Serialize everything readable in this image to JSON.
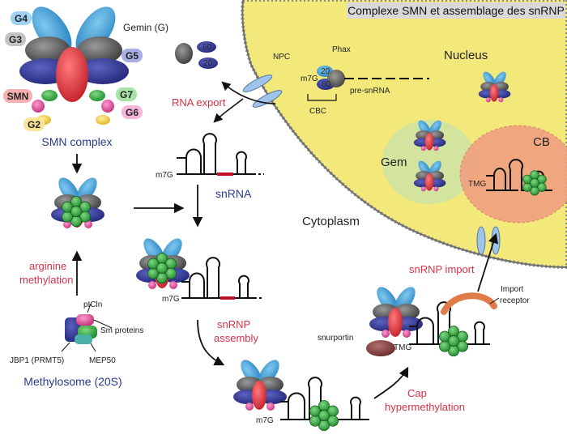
{
  "title": "Complexe SMN et assemblage des snRNP",
  "labels": {
    "g4": "G4",
    "g3": "G3",
    "g5": "G5",
    "gemin": "Gemin (G)",
    "smn": "SMN",
    "g7": "G7",
    "g6": "G6",
    "g2": "G2",
    "smn_complex": "SMN complex",
    "arginine": "arginine",
    "methylation": "methylation",
    "picln": "pICln",
    "sm_proteins": "Sm proteins",
    "jbp1": "JBP1 (PRMT5)",
    "mep50": "MEP50",
    "methylosome": "Methylosome (20S)",
    "rna_export": "RNA export",
    "npc": "NPC",
    "phax": "Phax",
    "m7g": "m7G",
    "cbc": "CBC",
    "pre_snrna": "pre-snRNA",
    "cbc20": "20",
    "cbc80": "80",
    "nucleus": "Nucleus",
    "snrna": "snRNA",
    "gem": "Gem",
    "cb": "CB",
    "tmg": "TMG",
    "cytoplasm": "Cytoplasm",
    "snrnp_import": "snRNP import",
    "import_receptor_1": "Import",
    "import_receptor_2": "receptor",
    "snrnp_assembly_1": "snRNP",
    "snrnp_assembly_2": "assembly",
    "snurportin": "snurportin",
    "cap_1": "Cap",
    "cap_2": "hypermethylation"
  },
  "colors": {
    "nucleus_fill": "#f2e97a",
    "gem_fill": "#cfe3a3",
    "cb_fill": "#f0a080",
    "accent_red": "#d6334a",
    "accent_blue": "#2b3a8c"
  }
}
